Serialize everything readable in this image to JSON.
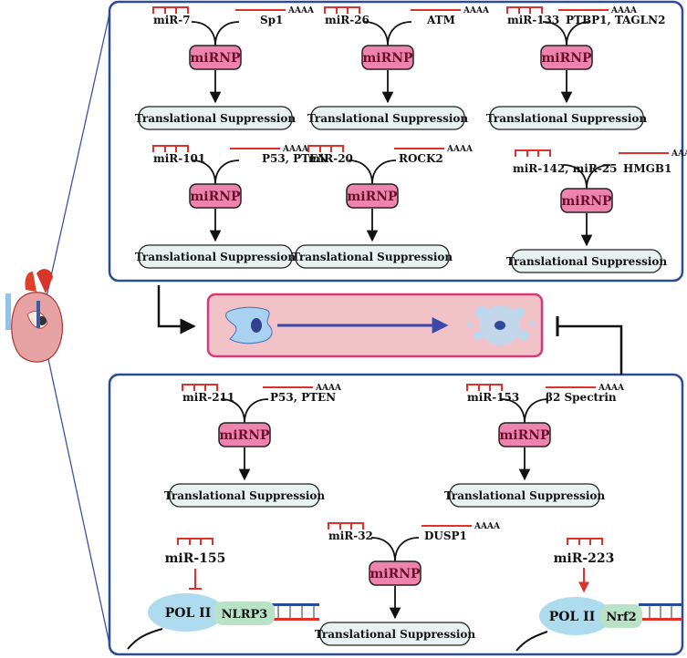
{
  "common": {
    "poly_tail": "AAAA",
    "mirnp_label": "miRNP",
    "suppression_label": "Translational Suppression"
  },
  "modules": [
    {
      "mirna": "miR-7",
      "target": "Sp1"
    },
    {
      "mirna": "miR-26",
      "target": "ATM"
    },
    {
      "mirna": "miR-133",
      "target": "PTBP1, TAGLN2"
    },
    {
      "mirna": "miR-101",
      "target": "P53, PTEN"
    },
    {
      "mirna": "miR-20",
      "target": "ROCK2"
    },
    {
      "mirna": "miR-142, miR-25",
      "target": "HMGB1"
    },
    {
      "mirna": "miR-211",
      "target": "P53, PTEN"
    },
    {
      "mirna": "miR-153",
      "target": "β2 Spectrin"
    },
    {
      "mirna": "miR-32",
      "target": "DUSP1"
    }
  ],
  "inhibition": {
    "mirna": "miR-155",
    "polymerase": "POL II",
    "gene": "NLRP3"
  },
  "activation": {
    "mirna": "miR-223",
    "polymerase": "POL II",
    "gene": "Nrf2"
  }
}
